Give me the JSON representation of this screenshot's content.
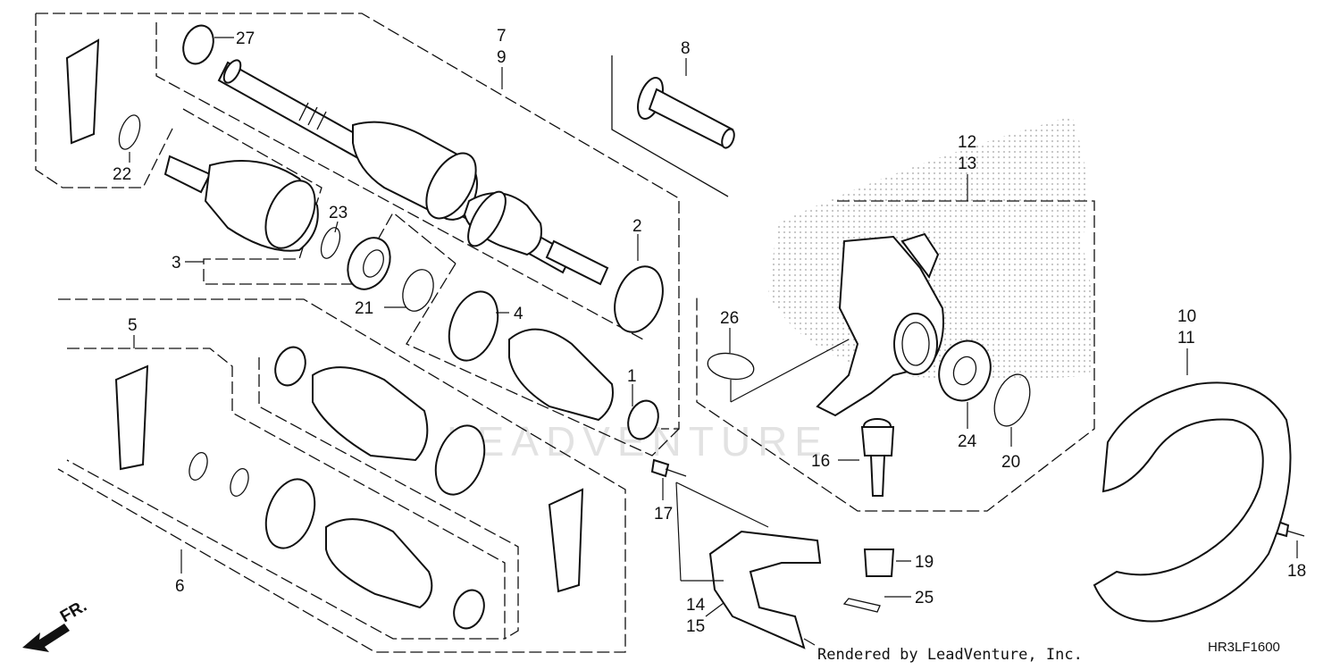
{
  "callouts": {
    "c1": "1",
    "c2": "2",
    "c3": "3",
    "c4": "4",
    "c5": "5",
    "c6": "6",
    "c7": "7",
    "c8": "8",
    "c9": "9",
    "c10": "10",
    "c11": "11",
    "c12": "12",
    "c13": "13",
    "c14": "14",
    "c15": "15",
    "c16": "16",
    "c17": "17",
    "c18": "18",
    "c19": "19",
    "c20": "20",
    "c21": "21",
    "c22": "22",
    "c23": "23",
    "c24": "24",
    "c25": "25",
    "c26": "26",
    "c27": "27"
  },
  "direction_label": "FR.",
  "watermark": "LEADVENTURE",
  "footer_text": "Rendered by LeadVenture, Inc.",
  "diagram_code": "HR3LF1600"
}
